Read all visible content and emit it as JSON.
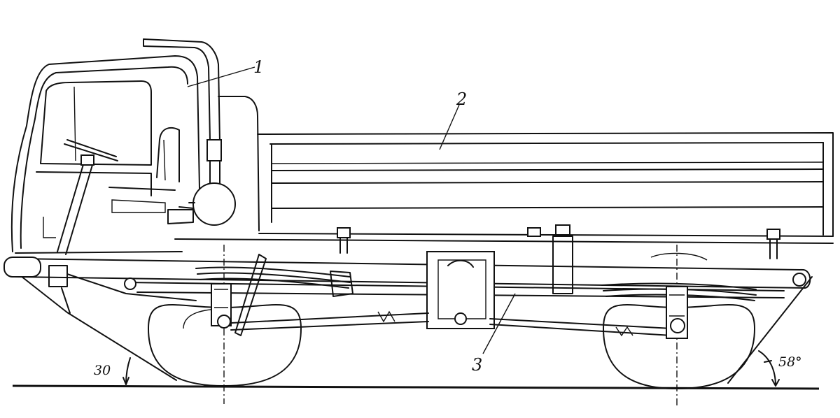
{
  "callouts": {
    "cab": "1",
    "cargo_body": "2",
    "frame": "3"
  },
  "angles": {
    "front_approach": "30",
    "rear_departure": "58°"
  }
}
